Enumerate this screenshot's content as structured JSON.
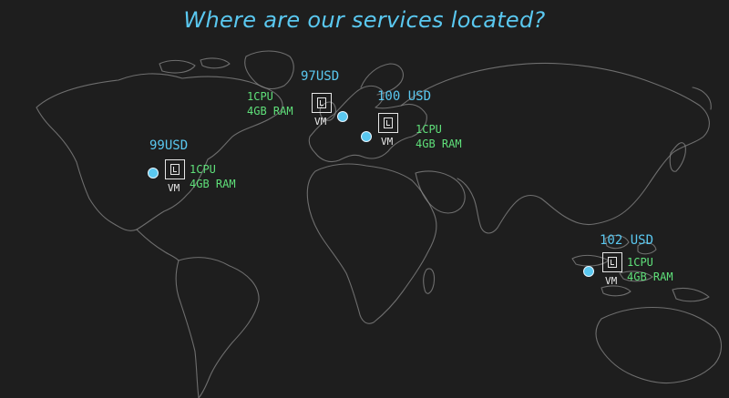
{
  "title": "Where are our services located?",
  "colors": {
    "background": "#1e1e1e",
    "title": "#5ac8f0",
    "price": "#5ac8f0",
    "spec": "#5fe07a",
    "dot": "#5ac8f0",
    "coastline": "#8a8a8a"
  },
  "locations": [
    {
      "name": "north-america",
      "price": "99USD",
      "vm_label": "VM",
      "cpu": "1CPU",
      "ram": "4GB RAM"
    },
    {
      "name": "western-europe",
      "price": "97USD",
      "vm_label": "VM",
      "cpu": "1CPU",
      "ram": "4GB RAM"
    },
    {
      "name": "central-europe",
      "price": "100 USD",
      "vm_label": "VM",
      "cpu": "1CPU",
      "ram": "4GB RAM"
    },
    {
      "name": "southeast-asia",
      "price": "102 USD",
      "vm_label": "VM",
      "cpu": "1CPU",
      "ram": "4GB RAM"
    }
  ]
}
